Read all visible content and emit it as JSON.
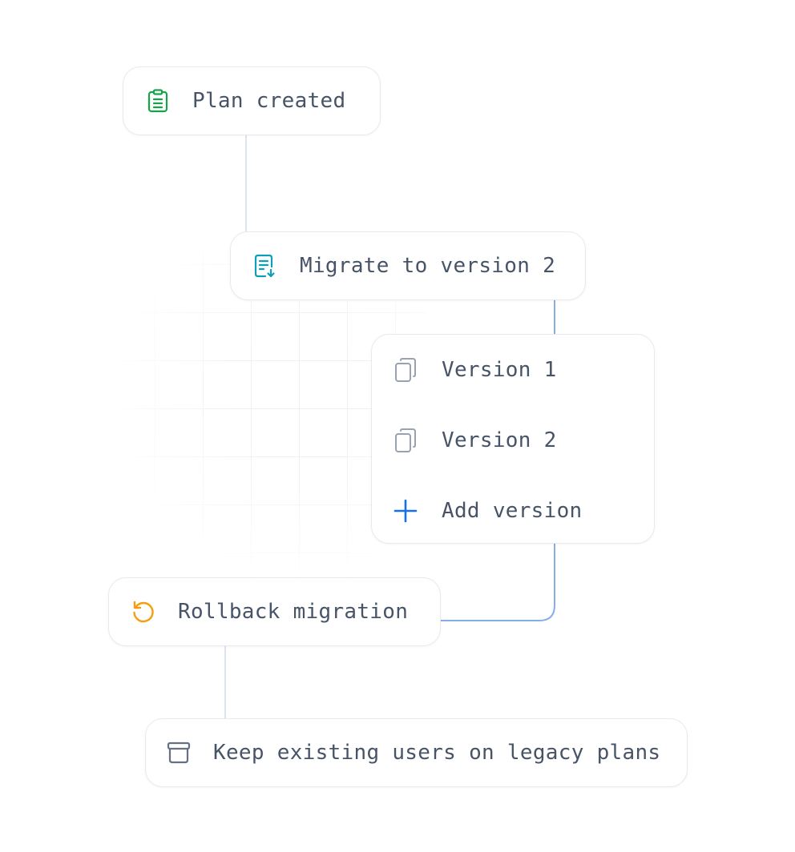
{
  "nodes": {
    "plan_created": {
      "label": "Plan created",
      "icon": "clipboard-icon",
      "color": "#16a34a"
    },
    "migrate": {
      "label": "Migrate to version 2",
      "icon": "document-download-icon",
      "color": "#0e9fb8"
    },
    "rollback": {
      "label": "Rollback migration",
      "icon": "rotate-ccw-icon",
      "color": "#f59e0b"
    },
    "keep_existing": {
      "label": "Keep existing users on legacy plans",
      "icon": "archive-icon",
      "color": "#667085"
    }
  },
  "versions": {
    "items": [
      {
        "label": "Version 1",
        "icon": "copy-icon"
      },
      {
        "label": "Version 2",
        "icon": "copy-icon"
      }
    ],
    "add": {
      "label": "Add version",
      "icon": "plus-icon",
      "color": "#1570ef"
    }
  },
  "colors": {
    "connector_neutral": "#dbe4f0",
    "connector_active": "#84adea",
    "node_border": "#e7e9ee",
    "text": "#475467",
    "icon_muted": "#98a2b3"
  }
}
